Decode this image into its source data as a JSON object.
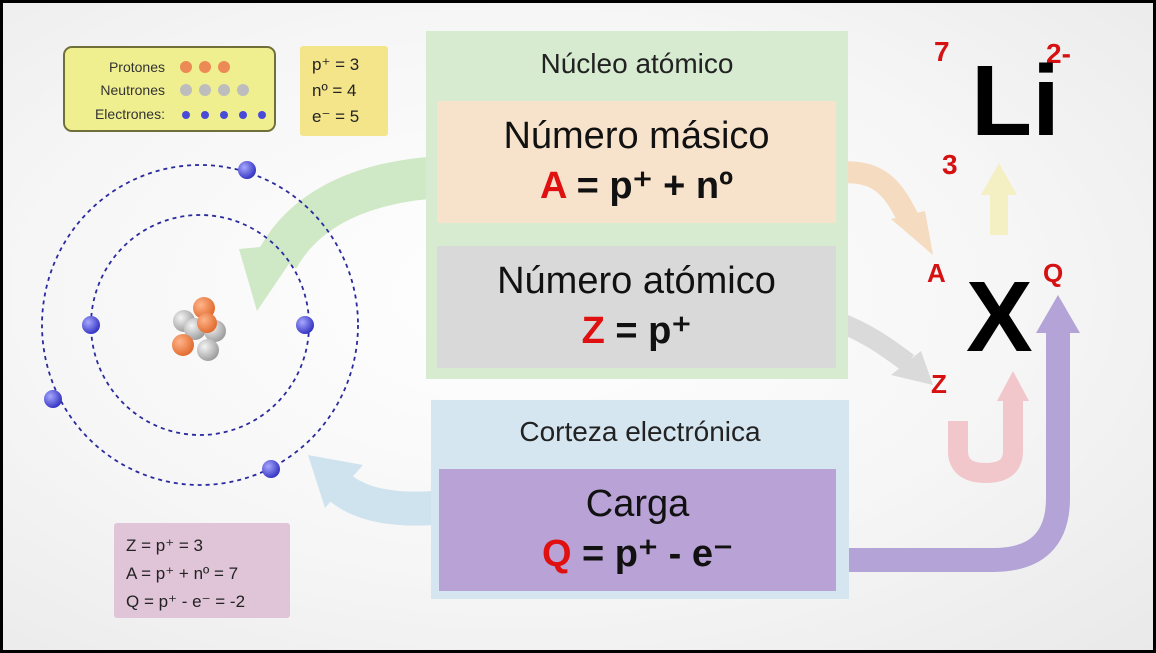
{
  "legend": {
    "protons_label": "Protones",
    "neutrons_label": "Neutrones",
    "electrons_label": "Electrones:"
  },
  "counts": {
    "protons": "p⁺ = 3",
    "neutrons": "nº = 4",
    "electrons": "e⁻ = 5"
  },
  "calculations": {
    "z": "Z = p⁺ = 3",
    "a": "A = p⁺ + nº = 7",
    "q": "Q = p⁺ - e⁻ = -2"
  },
  "nucleus_section": {
    "title": "Núcleo atómico",
    "mass_number": {
      "title": "Número másico",
      "symbol": "A",
      "formula": " = p⁺ + nº"
    },
    "atomic_number": {
      "title": "Número atómico",
      "symbol": "Z",
      "formula": " = p⁺"
    }
  },
  "cortex_section": {
    "title": "Corteza electrónica",
    "charge": {
      "title": "Carga",
      "symbol": "Q",
      "formula": " = p⁺ - e⁻"
    }
  },
  "element_example": {
    "symbol": "Li",
    "mass_number": "7",
    "atomic_number": "3",
    "charge": "2-"
  },
  "generic_notation": {
    "symbol": "X",
    "mass": "A",
    "atomic": "Z",
    "charge": "Q"
  },
  "colors": {
    "accent_red": "#e01010",
    "proton": "#ec7b3e",
    "neutron": "#bdbdbd",
    "electron": "#4a4ad8",
    "orbit": "#2a2a9e"
  }
}
